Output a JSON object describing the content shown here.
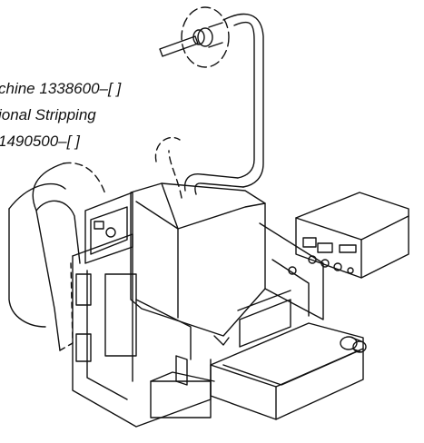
{
  "caption": {
    "line1": "chine 1338600–[ ]",
    "line2": "ional Stripping",
    "line3": "1490500–[ ]"
  },
  "colors": {
    "ink": "#111111",
    "paper": "#ffffff",
    "shade": "#d9d9d9"
  },
  "icons": [
    "spool-reel-icon",
    "control-box-icon",
    "knob-icon"
  ]
}
